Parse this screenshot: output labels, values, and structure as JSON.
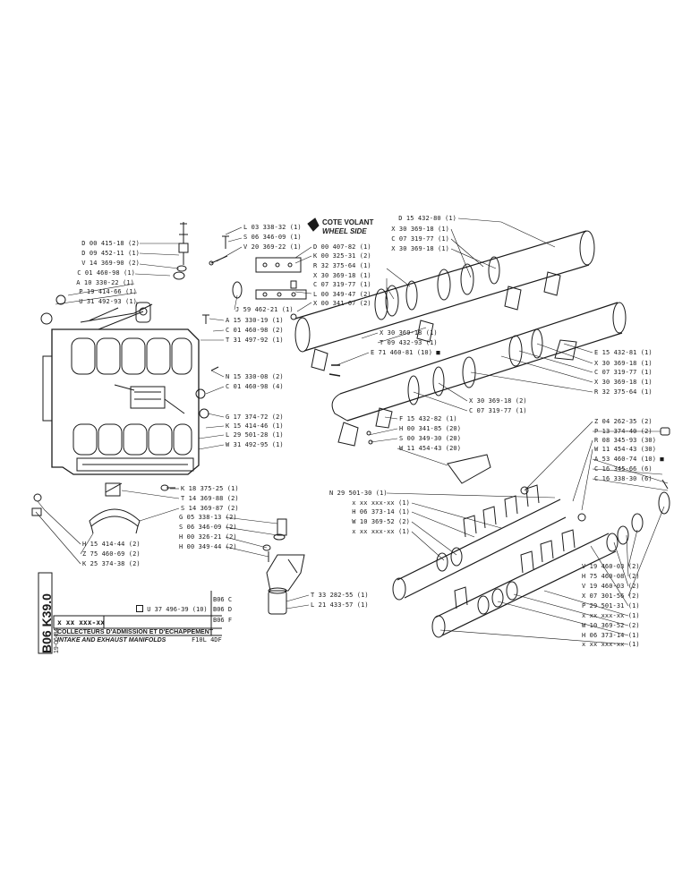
{
  "wheel": {
    "fr": "COTE VOLANT",
    "en": "WHEEL SIDE"
  },
  "title": {
    "fr": "COLLECTEURS D'ADMISSION ET D'ECHAPPEMENT",
    "en": "INTAKE AND EXHAUST MANIFOLDS",
    "engine": "F10L 4DF",
    "code": "x xx xxx-xx",
    "date": "19-06-84",
    "page_code": "B06  K39.0",
    "ref": "U 37 496-39 (10)",
    "variants": [
      "B06 C",
      "B06 D",
      "B06 F"
    ]
  },
  "labels": {
    "l1": "D 00 415-18 (2)",
    "l2": "D 09 452-11 (1)",
    "l3": "V 14 369-90 (2)",
    "l4": "C 01 460-98 (1)",
    "l5": "A 10 330-22 (1)",
    "l6": "P 19 414-66 (1)",
    "l7": "U 31 492-93 (1)",
    "l8": "L 03 338-32 (1)",
    "l9": "S 06 346-09 (1)",
    "l10": "V 20 369-22 (1)",
    "l11": "D 00 407-82 (1)",
    "l12": "K 00 325-31 (2)",
    "l13": "R 32 375-64 (1)",
    "l14": "X 30 369-18 (1)",
    "l15": "C 07 319-77 (1)",
    "l16": "L 00 349-47 (2)",
    "l17": "X 00 341-07 (2)",
    "l18": "J 59 462-21 (1)",
    "l19": "A 15 330-19 (1)",
    "l20": "C 01 460-98 (2)",
    "l21": "T 31 497-92 (1)",
    "l22": "N 15 330-08 (2)",
    "l23": "C 01 460-98 (4)",
    "l24": "G 17 374-72 (2)",
    "l25": "K 15 414-46 (1)",
    "l26": "L 29 501-28 (1)",
    "l27": "W 31 492-95 (1)",
    "l28": "K 18 375-25 (1)",
    "l29": "T 14 369-88 (2)",
    "l30": "S 14 369-87 (2)",
    "l31": "G 05 338-13 (2)",
    "l32": "S 06 346-09 (2)",
    "l33": "H 00 326-21 (2)",
    "l34": "H 00 349-44 (2)",
    "l35": "H 15 414-44 (2)",
    "l36": "Z 75 460-69 (2)",
    "l37": "K 25 374-38 (2)",
    "l38": "T 33 282-55 (1)",
    "l39": "L 21 433-57 (1)",
    "l40": "D 15 432-80 (1)",
    "l41": "X 30 369-18 (1)",
    "l42": "C 07 319-77 (1)",
    "l43": "X 30 369-18 (1)",
    "l44": "X 30 369-18 (1)",
    "l45": "T 09 432-93 (1)",
    "l46": "E 71 460-81 (10) ■",
    "l47": "E 15 432-81 (1)",
    "l48": "X 30 369-18 (1)",
    "l49": "C 07 319-77 (1)",
    "l50": "X 30 369-18 (1)",
    "l51": "R 32 375-64 (1)",
    "l52": "X 30 369-18 (2)",
    "l53": "C 07 319-77 (1)",
    "l54": "F 15 432-82 (1)",
    "l55": "H 00 341-85 (20)",
    "l56": "S 00 349-30 (20)",
    "l57": "W 11 454-43 (20)",
    "l58": "Z 04 262-35 (2)",
    "l59": "P 13 374-40 (2)",
    "l60": "R 08 345-93 (30)",
    "l61": "W 11 454-43 (30)",
    "l62": "A 53 460-74 (10) ■",
    "l63": "C 16 345-66 (6)",
    "l64": "C 16 338-30 (6)",
    "l65": "N 29 501-30 (1)",
    "l66": "x xx xxx-xx (1)",
    "l67": "H 06 373-14 (1)",
    "l68": "W 10 369-52 (2)",
    "l69": "x xx xxx-xx (1)",
    "l70": "V 19 460-03 (2)",
    "l71": "H 75 460-08 (2)",
    "l72": "V 19 460-03 (2)",
    "l73": "X 07 301-56 (2)",
    "l74": "P 29 501-31 (1)",
    "l75": "x xx xxx-xx (1)",
    "l76": "W 10 369-52 (2)",
    "l77": "H 06 373-14 (1)",
    "l78": "x xx xxx-xx (1)"
  }
}
